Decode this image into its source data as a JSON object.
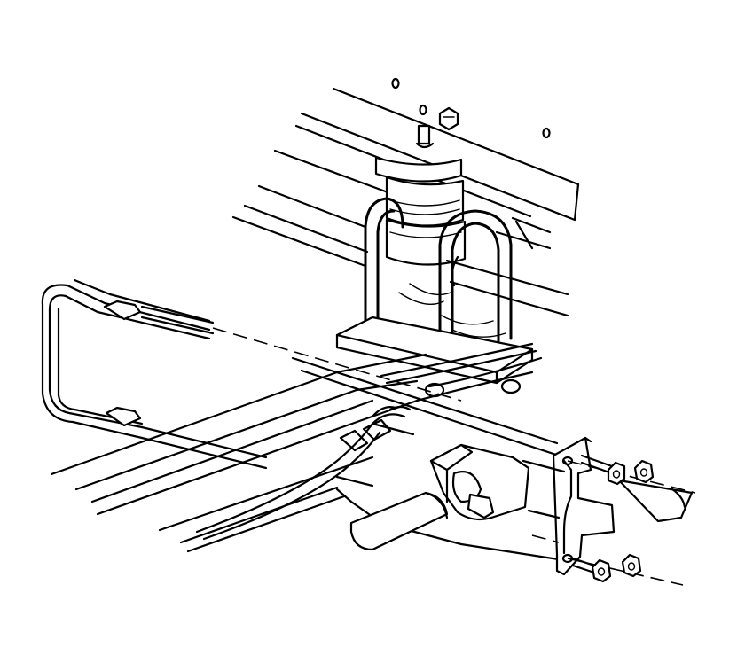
{
  "diagram": {
    "components": [
      "frame-rail",
      "rear-axle-housing",
      "leaf-spring",
      "u-bolt",
      "spring-spacer",
      "stabilizer-shaft",
      "stabilizer-bushing",
      "stabilizer-mounting-bracket",
      "bracket-bolt",
      "bracket-nut",
      "brake-line",
      "frame-mounting-hole"
    ],
    "line_color": "#000000",
    "background_color": "#ffffff"
  }
}
